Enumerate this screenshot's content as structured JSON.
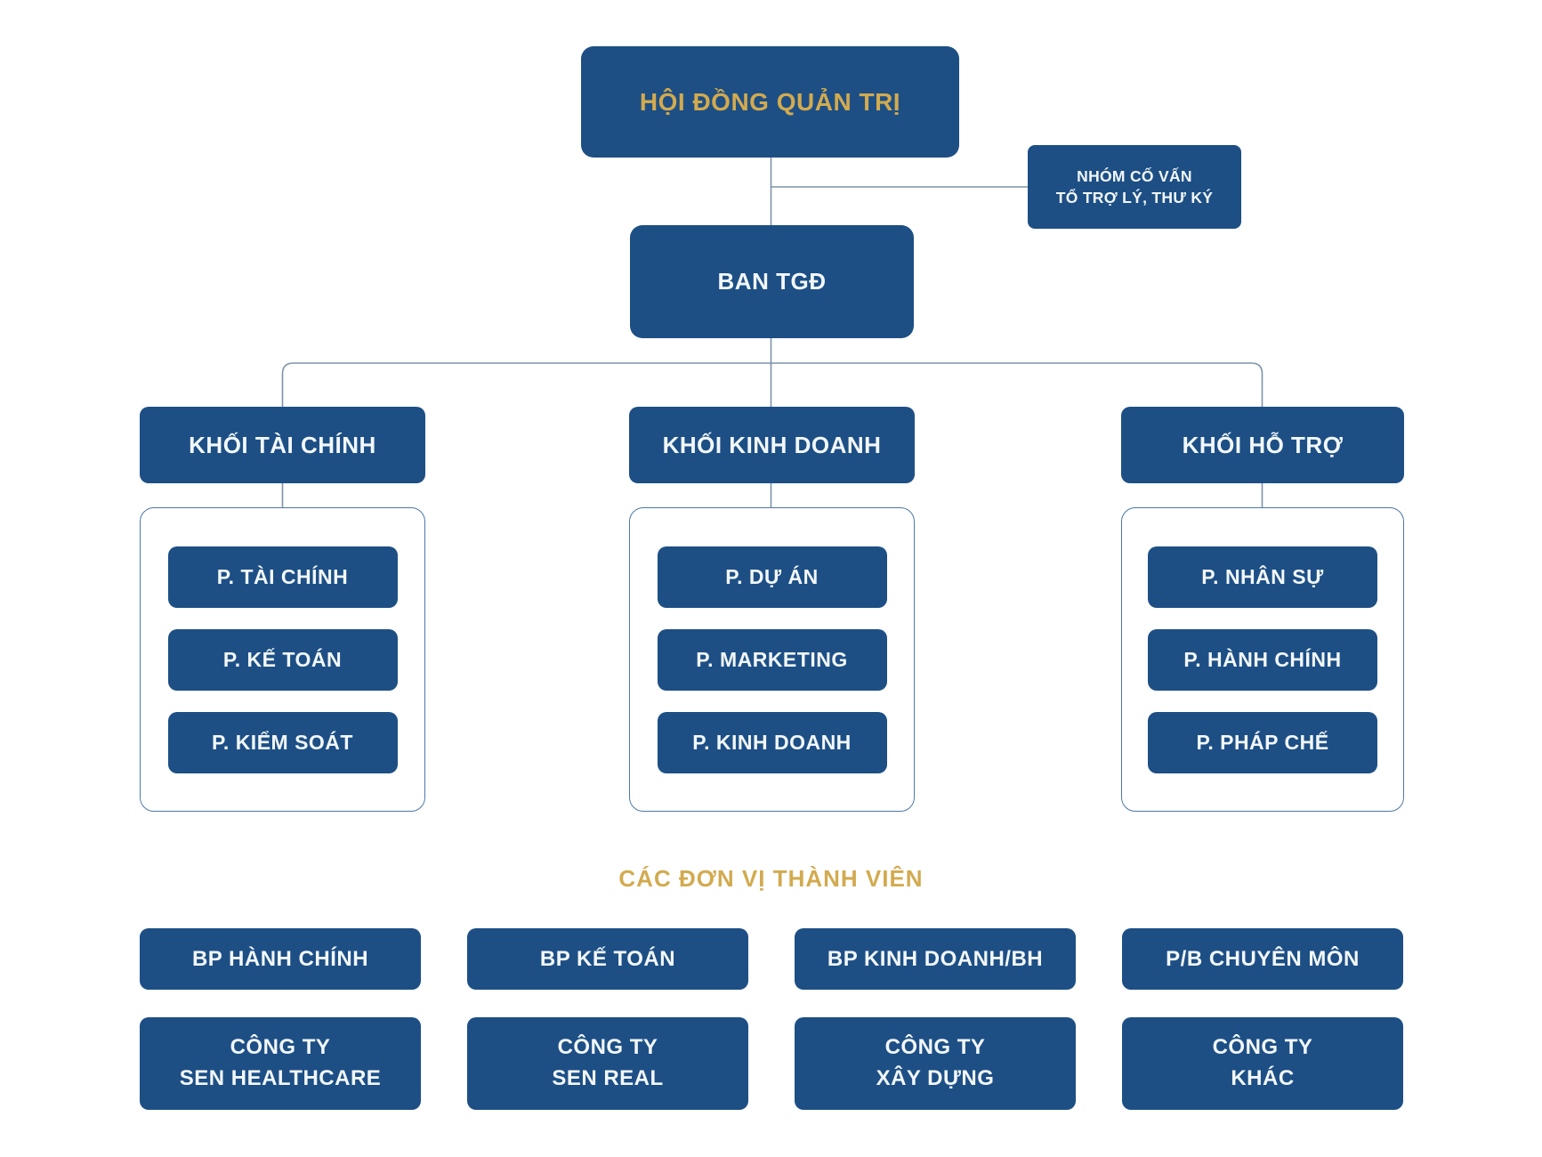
{
  "colors": {
    "box_blue": "#1d4f85",
    "gold": "#d2aa4f",
    "text_white": "#f2f7fa",
    "line": "#7d93aa",
    "container_border": "#4d77a8"
  },
  "root": {
    "label": "HỘI ĐỒNG QUẢN TRỊ"
  },
  "advisor": {
    "line1": "NHÓM CỐ VẤN",
    "line2": "TỔ TRỢ LÝ, THƯ KÝ"
  },
  "executive": {
    "label": "BAN TGĐ"
  },
  "divisions": [
    {
      "label": "KHỐI TÀI CHÍNH",
      "departments": [
        "P. TÀI CHÍNH",
        "P. KẾ TOÁN",
        "P. KIỂM SOÁT"
      ]
    },
    {
      "label": "KHỐI KINH DOANH",
      "departments": [
        "P. DỰ ÁN",
        "P. MARKETING",
        "P. KINH DOANH"
      ]
    },
    {
      "label": "KHỐI HỖ TRỢ",
      "departments": [
        "P. NHÂN SỰ",
        "P. HÀNH CHÍNH",
        "P. PHÁP CHẾ"
      ]
    }
  ],
  "members_section": {
    "heading": "CÁC ĐƠN VỊ THÀNH VIÊN",
    "row1": [
      "BP HÀNH CHÍNH",
      "BP KẾ TOÁN",
      "BP KINH DOANH/BH",
      "P/B CHUYÊN MÔN"
    ],
    "row2": [
      {
        "line1": "CÔNG TY",
        "line2": "SEN HEALTHCARE"
      },
      {
        "line1": "CÔNG TY",
        "line2": "SEN REAL"
      },
      {
        "line1": "CÔNG TY",
        "line2": "XÂY DỰNG"
      },
      {
        "line1": "CÔNG TY",
        "line2": "KHÁC"
      }
    ]
  }
}
